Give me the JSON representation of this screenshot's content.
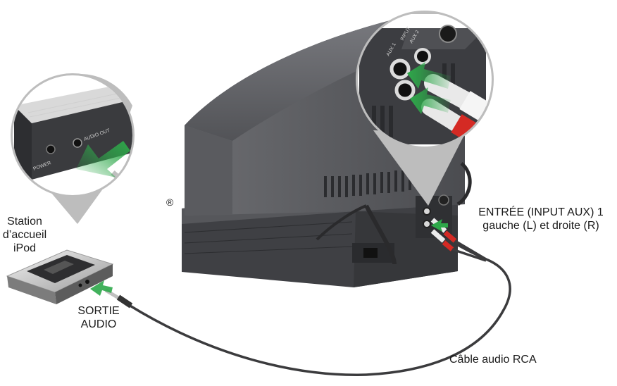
{
  "labels": {
    "registered": "®",
    "dock_line1": "Station",
    "dock_line2": "d’accueil",
    "dock_line3": "iPod",
    "audio_out_line1": "SORTIE",
    "audio_out_line2": "AUDIO",
    "aux_in_line1": "ENTRÉE (INPUT AUX) 1",
    "aux_in_line2": "gauche (L) et droite (R)",
    "cable": "Câble audio RCA"
  },
  "device_markings": {
    "power": "POWER",
    "audio_out": "AUDIO OUT",
    "input": "INPUT",
    "aux_1": "AUX 1",
    "aux_2": "AUX 2"
  },
  "colors": {
    "arrow_green": "#2ea84a",
    "plug_red": "#d42a24",
    "device_dark": "#4a4b4f",
    "callout_gray": "#bdbdbd"
  }
}
